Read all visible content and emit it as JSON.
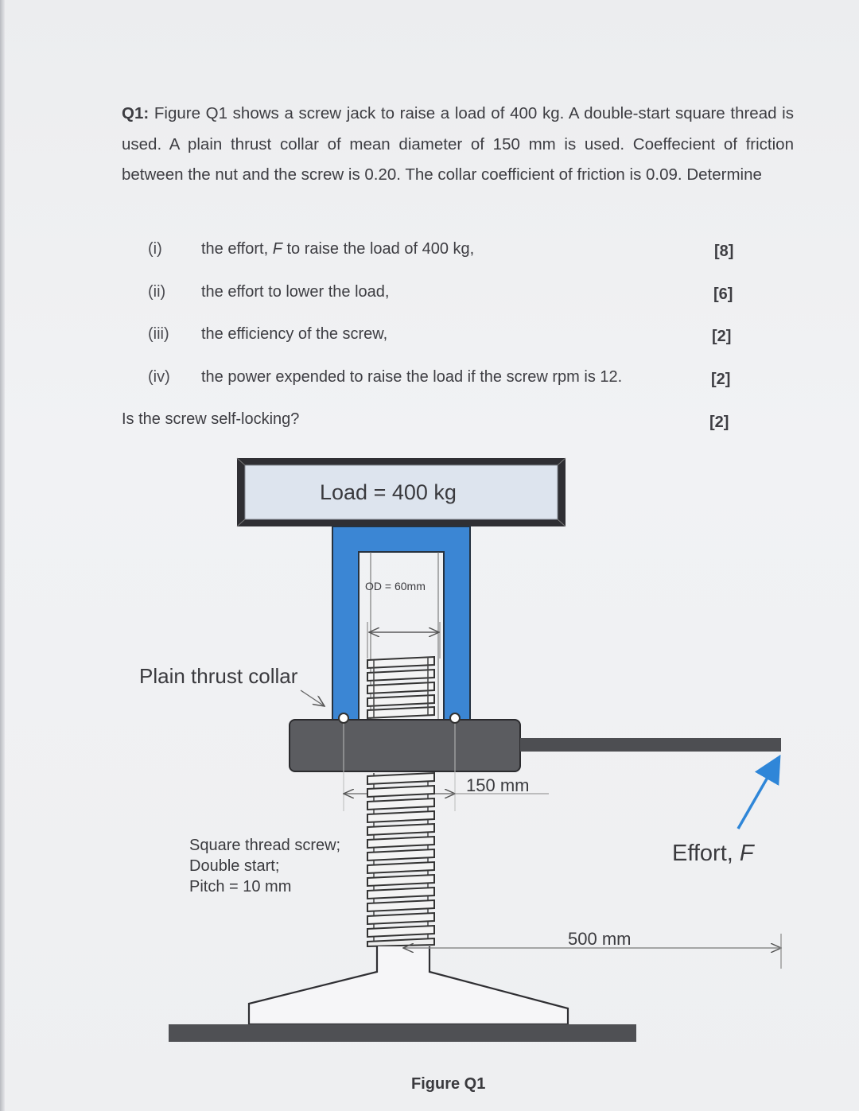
{
  "question": {
    "label": "Q1:",
    "text": " Figure Q1 shows a screw jack to raise a load of 400 kg. A double-start square thread is used. A plain thrust collar of mean diameter of 150 mm is used. Coeffecient of friction between the nut and the screw is 0.20. The collar coefficient of friction is 0.09. Determine"
  },
  "parts": [
    {
      "num": "(i)",
      "text_pre": "the effort, ",
      "text_italic": "F",
      "text_post": " to raise the load of 400 kg,",
      "marks": "[8]"
    },
    {
      "num": "(ii)",
      "text": "the effort to lower the load,",
      "marks": "[6]"
    },
    {
      "num": "(iii)",
      "text": "the efficiency of the screw,",
      "marks": "[2]"
    },
    {
      "num": "(iv)",
      "text": "the power expended to raise the load if the screw rpm is 12.",
      "marks": "[2]"
    }
  ],
  "final_question": {
    "text": "Is the screw self-locking?",
    "marks": "[2]"
  },
  "figure": {
    "load_label": "Load = 400 kg",
    "od_label": "OD = 60mm",
    "collar_label": "Plain thrust collar",
    "collar_dim": "150 mm",
    "screw_label_1": "Square thread screw;",
    "screw_label_2": "Double start;",
    "screw_label_3": "Pitch = 10 mm",
    "effort_label_pre": "Effort, ",
    "effort_label_italic": "F",
    "lever_dim": "500 mm",
    "caption": "Figure Q1",
    "colors": {
      "frame_blue": "#3b86d4",
      "collar_gray": "#5b5c60",
      "load_box": "#dde4ee",
      "base": "#4f5054",
      "arrow_blue": "#2f86d8"
    }
  }
}
